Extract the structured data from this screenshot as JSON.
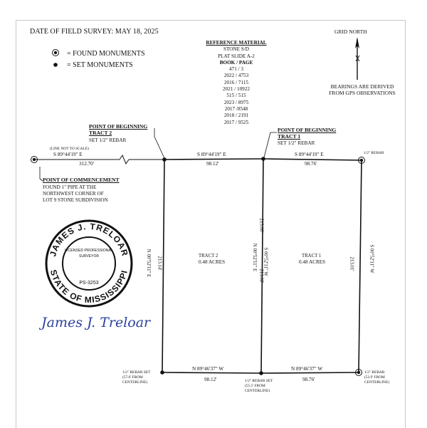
{
  "header": {
    "survey_date": "DATE OF FIELD SURVEY: MAY 18, 2025"
  },
  "legend": {
    "found": "= FOUND MONUMENTS",
    "set": "= SET MONUMENTS"
  },
  "reference": {
    "title": "REFERENCE MATERIAL",
    "lines": [
      "STONE S/D",
      "PLAT SLIDE A-2"
    ],
    "book_page_header": "BOOK / PAGE",
    "entries": [
      "471 / 3",
      "2022 / 4753",
      "2016 / 7115",
      "2021 / 10922",
      "515 / 515",
      "2023 / 8975",
      "2017 /8548",
      "2018 / 2191",
      "2017 / 9525"
    ]
  },
  "north": {
    "label": "GRID NORTH",
    "note_line1": "BEARINGS ARE DERIVED",
    "note_line2": "FROM GPS OBSERVATIONS"
  },
  "commencement": {
    "not_to_scale": "(LINE NOT TO SCALE)",
    "bearing": "S 89°44'19\" E",
    "distance": "312.70'",
    "title": "POINT OF COMMENCEMENT",
    "desc1": "FOUND 1\" PIPE AT THE",
    "desc2": "NORTHWEST CORNER OF",
    "desc3": "LOT 9 STONE SUBDIVISION"
  },
  "pob2": {
    "title1": "POINT OF BEGINNING",
    "title2": "TRACT 2",
    "rebar": "SET 1/2\" REBAR"
  },
  "pob1": {
    "title1": "POINT OF BEGINNING",
    "title2": "TRACT 1",
    "rebar": "SET 1/2\" REBAR"
  },
  "lines": {
    "north_w_bearing": "S 89°44'19\" E",
    "north_w_dist": "98.12'",
    "north_e_bearing": "S 89°44'19\" E",
    "north_e_dist": "98.76'",
    "south_w_bearing": "N 89°46'37\" W",
    "south_w_dist": "98.12'",
    "south_e_bearing": "N 89°46'37\" W",
    "south_e_dist": "98.76'",
    "west_bearing": "N 00°52'11\" E",
    "west_dist": "213.14'",
    "mid_left_bearing": "N 00°52'11\" E",
    "mid_left_dist": "213.08'",
    "mid_right_bearing": "S 00°52'11\" W",
    "mid_right_dist": "213.08'",
    "east_bearing": "S 00°52'11\" W",
    "east_dist": "213.01'"
  },
  "tracts": {
    "t2_name": "TRACT 2",
    "t2_area": "0.48 ACRES",
    "t1_name": "TRACT 1",
    "t1_area": "0.48 ACRES"
  },
  "corners": {
    "ne": "1/2\" REBAR",
    "sw_1": "1/2\" REBAR SET",
    "sw_2": "(57.6' FROM",
    "sw_3": "CENTERLINE)",
    "sm_1": "1/2\" REBAR SET",
    "sm_2": "(55.5' FROM",
    "sm_3": "CENTERLINE)",
    "se_1": "1/2\" REBAR",
    "se_2": "(52.9' FROM",
    "se_3": "CENTERLINE)"
  },
  "seal": {
    "name": "JAMES J. TRELOAR",
    "line1": "LICENSED PROFESSIONAL",
    "line2": "SURVEYOR",
    "number": "PS-3253",
    "state": "STATE OF MISSISSIPPI",
    "signature": "James J. Treloar"
  },
  "colors": {
    "ink": "#111111",
    "signature": "#2a3f9e"
  }
}
